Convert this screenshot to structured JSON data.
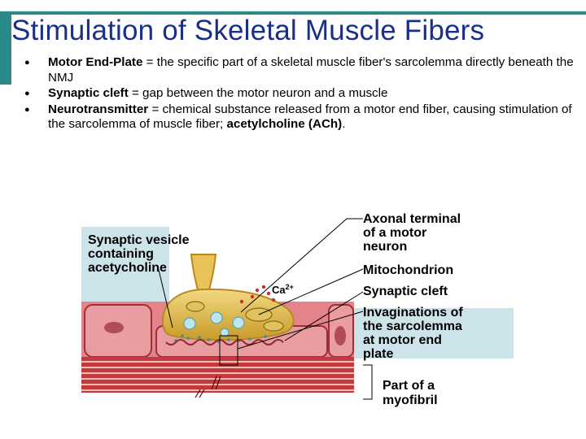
{
  "slide": {
    "title": "Stimulation of Skeletal Muscle Fibers",
    "bullets": [
      {
        "term": "Motor End-Plate",
        "text": " = the specific part of a skeletal muscle fiber's sarcolemma directly beneath the NMJ"
      },
      {
        "term": "Synaptic cleft",
        "text": " = gap between the motor neuron and a muscle"
      },
      {
        "term": "Neurotransmitter",
        "text": " = chemical substance released from a motor end fiber, causing stimulation of the sarcolemma of muscle fiber; ",
        "emph": "acetylcholine (ACh)",
        "tail": "."
      }
    ]
  },
  "figure": {
    "labels": {
      "vesicle_1": "Synaptic vesicle",
      "vesicle_2": "containing",
      "vesicle_3": "acetycholine",
      "axon_1": "Axonal terminal",
      "axon_2": "of a motor",
      "axon_3": "neuron",
      "mito": "Mitochondrion",
      "ca": "Ca",
      "ca_sup": "2+",
      "cleft": "Synaptic cleft",
      "inv_1": "Invaginations of",
      "inv_2": "the sarcolemma",
      "inv_3": "at motor end",
      "inv_4": "plate",
      "myo_1": "Part of a",
      "myo_2": "myofibril"
    }
  },
  "colors": {
    "title": "#1c2f86",
    "accent": "#2a8a8a"
  }
}
